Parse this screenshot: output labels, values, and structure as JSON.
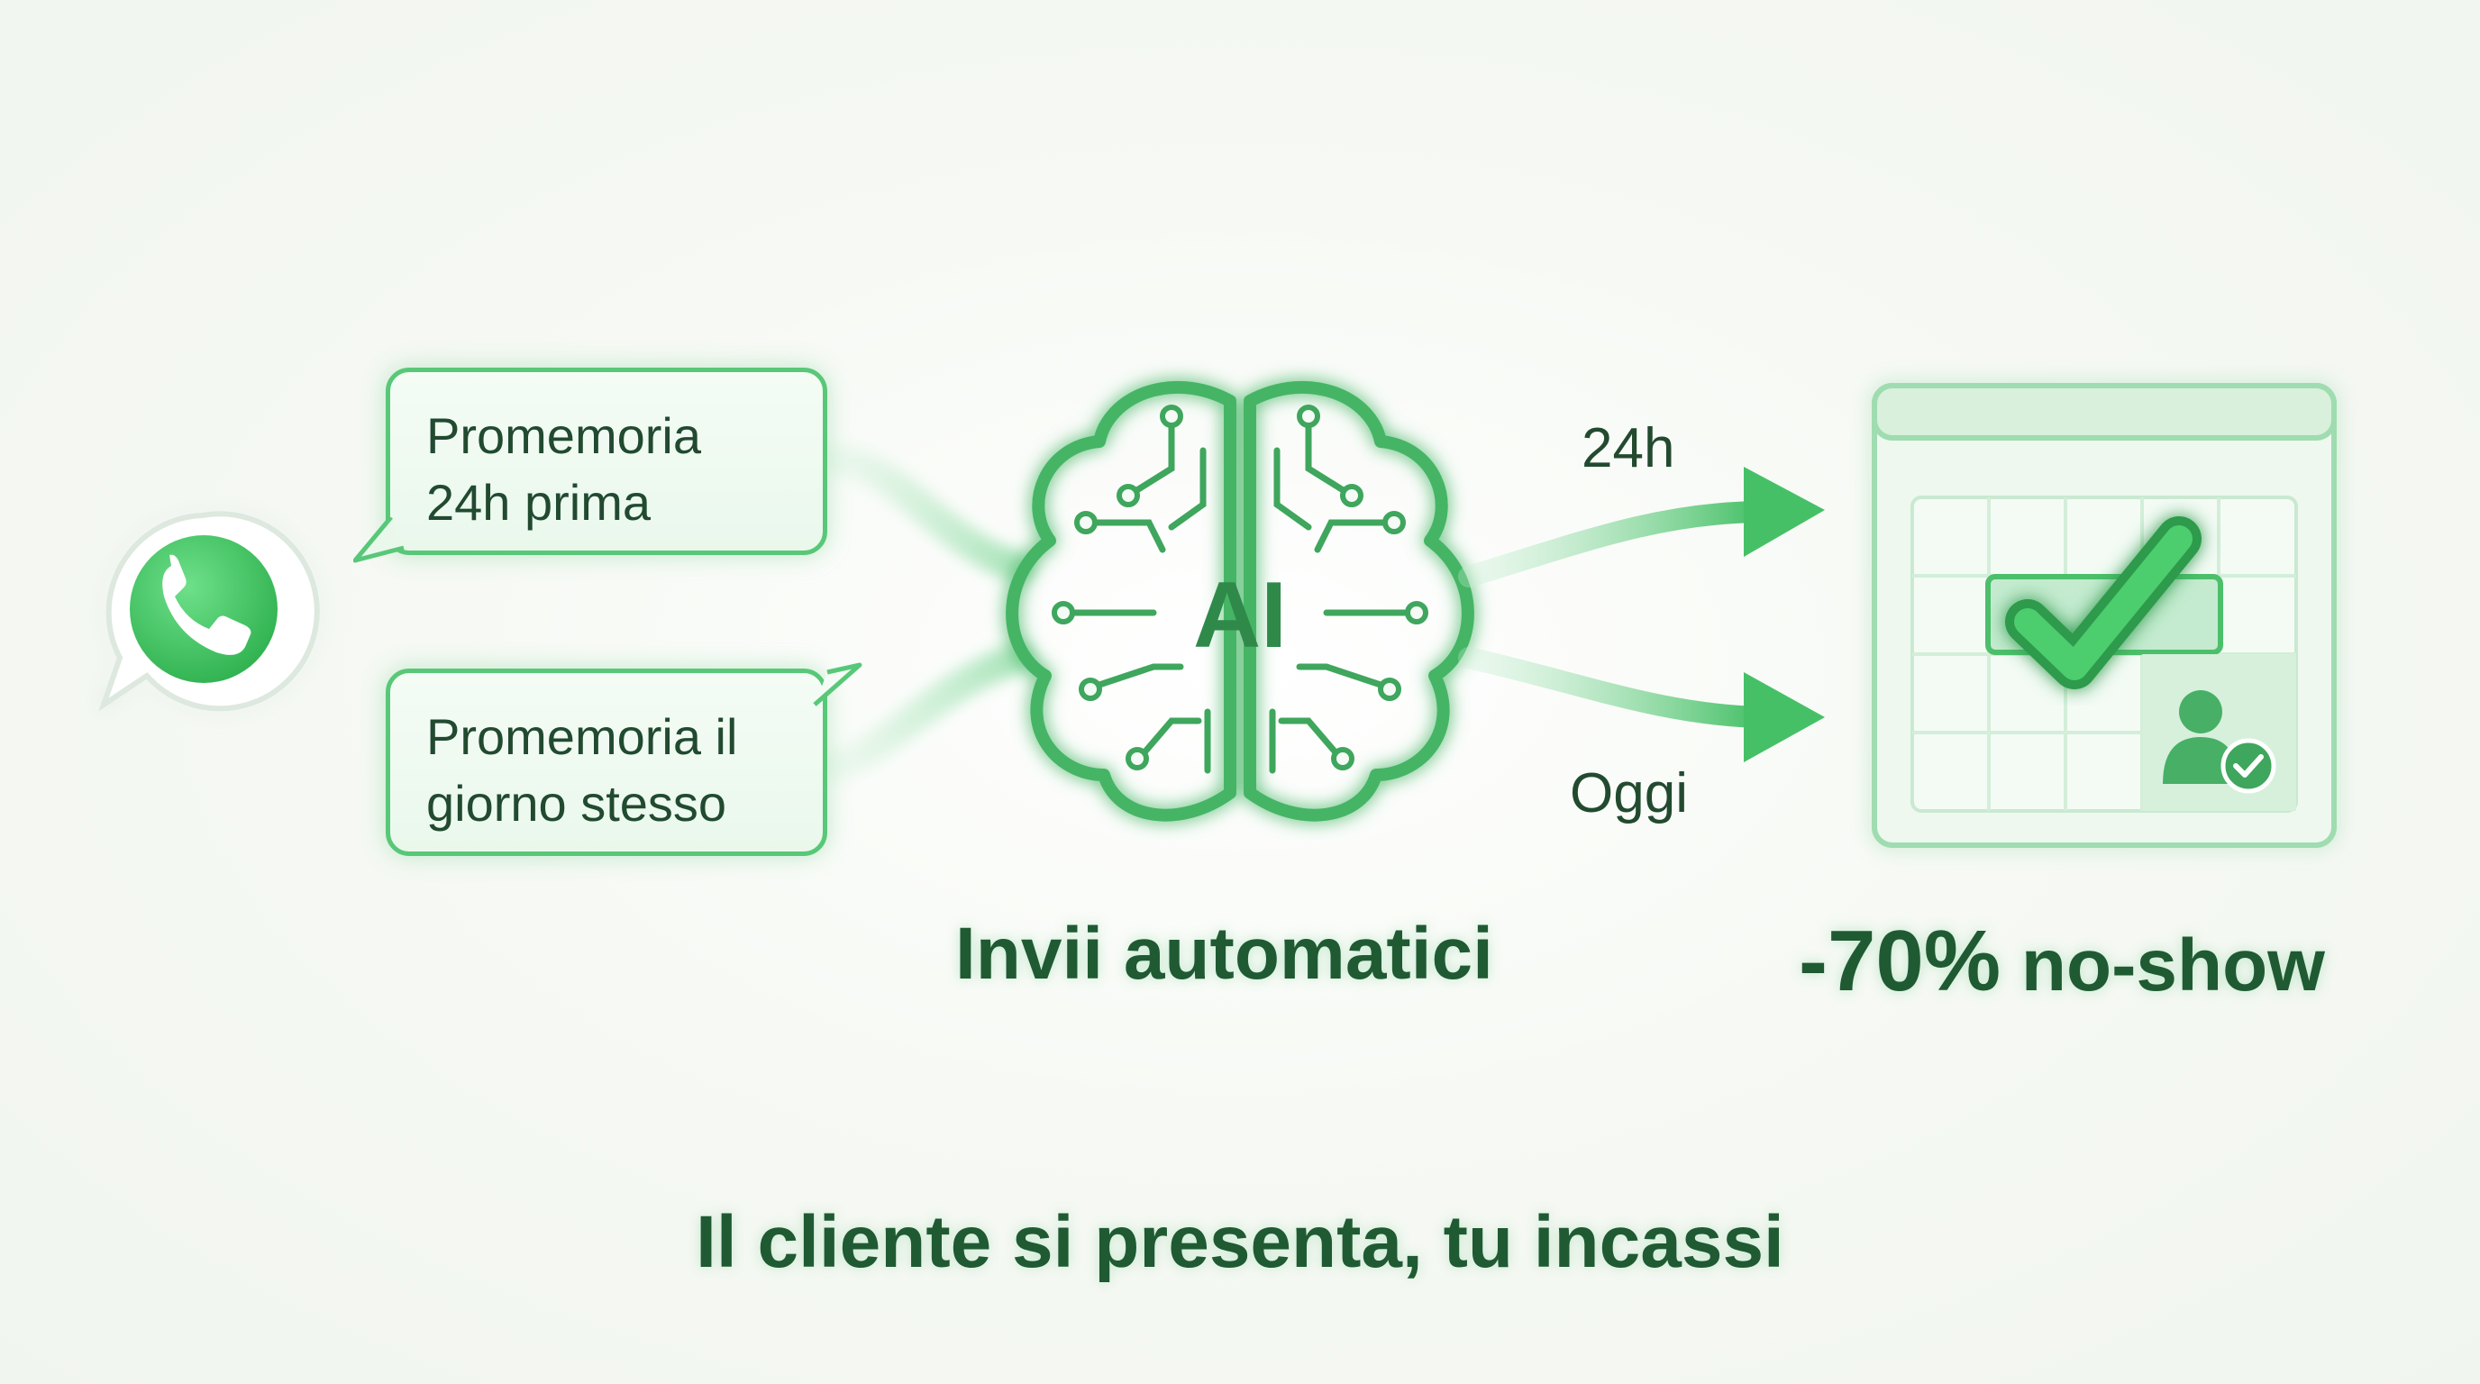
{
  "reminders": [
    {
      "text": "Promemoria\n24h prima"
    },
    {
      "text": "Promemoria il\ngiorno stesso"
    }
  ],
  "center": {
    "chip_label": "AI",
    "caption": "Invii automatici"
  },
  "arrows": {
    "top_label": "24h",
    "bottom_label": "Oggi"
  },
  "result": {
    "stat_value": "-70%",
    "stat_label": "no-show"
  },
  "footer": {
    "tagline": "Il cliente si presenta, tu incassi"
  },
  "icons": [
    "whatsapp-icon",
    "ai-brain-icon",
    "calendar-icon",
    "checkmark-icon",
    "user-check-icon"
  ],
  "colors": {
    "accent": "#4cc46c",
    "accent_dark": "#2f8a4a",
    "text_dark": "#1f5a33",
    "background": "#f5f8f3"
  }
}
